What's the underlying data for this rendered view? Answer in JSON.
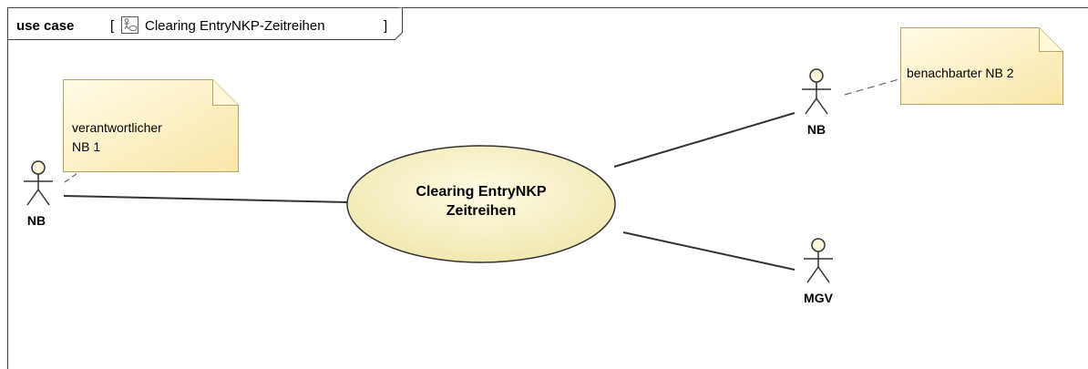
{
  "frame": {
    "kind": "use case",
    "open_bracket": "[",
    "name": "Clearing EntryNKP-Zeitreihen",
    "close_bracket": "]",
    "icon": "use-case-diagram-icon"
  },
  "use_case": {
    "line1": "Clearing EntryNKP",
    "line2": "Zeitreihen"
  },
  "actors": {
    "left": "NB",
    "top_right": "NB",
    "bottom_right": "MGV"
  },
  "notes": {
    "left_line1": "verantwortlicher",
    "left_line2": "NB 1",
    "right_line1": "benachbarter NB 2"
  },
  "colors": {
    "note_fill": "#fdf2c6",
    "use_case_fill": "#f8f3c4",
    "stroke": "#333333"
  }
}
